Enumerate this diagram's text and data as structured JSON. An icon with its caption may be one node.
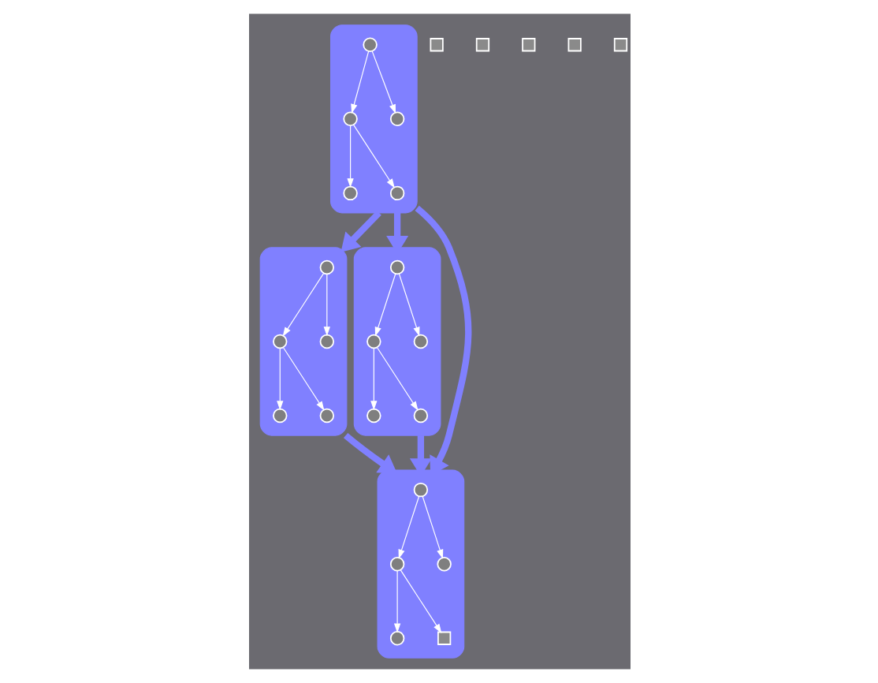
{
  "diagram": {
    "nodes": [
      {
        "text": [],
        "shape": "ellipse"
      },
      {
        "text": [],
        "shape": "circle",
        "in": 0
      },
      {
        "text": [],
        "shape": "circle",
        "in": 0
      },
      {
        "text": [],
        "shape": "circle",
        "in": 0
      },
      {
        "text": [],
        "shape": "circle",
        "in": 0
      },
      {
        "text": [],
        "shape": "circle",
        "in": 0
      },
      {
        "text": [],
        "shape": "ellipse"
      },
      {
        "text": [],
        "shape": "circle",
        "in": 6
      },
      {
        "text": [],
        "shape": "circle",
        "in": 6
      },
      {
        "text": [],
        "shape": "circle",
        "in": 6
      },
      {
        "text": [],
        "shape": "circle",
        "in": 6
      },
      {
        "text": [],
        "shape": "circle",
        "in": 6
      },
      {
        "text": [],
        "shape": "ellipse"
      },
      {
        "text": [],
        "shape": "circle",
        "in": 12
      },
      {
        "text": [],
        "shape": "circle",
        "in": 12
      },
      {
        "text": [],
        "shape": "circle",
        "in": 12
      },
      {
        "text": [],
        "shape": "circle",
        "in": 12
      },
      {
        "text": [],
        "shape": "circle",
        "in": 12
      },
      {
        "text": [],
        "shape": "box"
      },
      {
        "text": [],
        "shape": "box"
      },
      {
        "text": [],
        "shape": "ellipse"
      },
      {
        "text": [],
        "shape": "circle",
        "in": 20
      },
      {
        "text": [],
        "shape": "circle",
        "in": 20
      },
      {
        "text": [],
        "shape": "circle",
        "in": 20
      },
      {
        "text": [],
        "shape": "circle",
        "in": 20
      },
      {
        "text": [],
        "shape": "box",
        "in": 20
      },
      {
        "text": [],
        "shape": "box"
      },
      {
        "text": [],
        "shape": "box"
      },
      {
        "text": [],
        "shape": "box"
      }
    ],
    "edges": [
      {
        "from": 1,
        "to": 3,
        "arrow": "to"
      },
      {
        "from": 1,
        "to": 2,
        "arrow": "to"
      },
      {
        "from": 2,
        "to": 4,
        "arrow": "to"
      },
      {
        "from": 2,
        "to": 5,
        "arrow": "to"
      },
      {
        "from": 7,
        "to": 9,
        "arrow": "to"
      },
      {
        "from": 7,
        "to": 8,
        "arrow": "to"
      },
      {
        "from": 8,
        "to": 10,
        "arrow": "to"
      },
      {
        "from": 8,
        "to": 11,
        "arrow": "to"
      },
      {
        "from": 13,
        "to": 15,
        "arrow": "to"
      },
      {
        "from": 13,
        "to": 14,
        "arrow": "to"
      },
      {
        "from": 14,
        "to": 16,
        "arrow": "to"
      },
      {
        "from": 14,
        "to": 17,
        "arrow": "to"
      },
      {
        "from": 21,
        "to": 23,
        "arrow": "to"
      },
      {
        "from": 21,
        "to": 22,
        "arrow": "to"
      },
      {
        "from": 22,
        "to": 24,
        "arrow": "to"
      },
      {
        "from": 22,
        "to": 25,
        "arrow": "to"
      },
      {
        "from": 0,
        "to": 6,
        "arrow": "to",
        "style": "thick",
        "color": "#8080ff"
      },
      {
        "from": 0,
        "to": 20,
        "arrow": "to",
        "style": "thick",
        "color": "#8080ff"
      },
      {
        "from": 0,
        "to": 12,
        "arrow": "to",
        "style": "thick",
        "color": "#8080ff"
      },
      {
        "from": 6,
        "to": 20,
        "arrow": "to",
        "style": "thick",
        "color": "#8080ff"
      },
      {
        "from": 12,
        "to": 20,
        "arrow": "to",
        "style": "thick",
        "color": "#8080ff"
      }
    ]
  }
}
